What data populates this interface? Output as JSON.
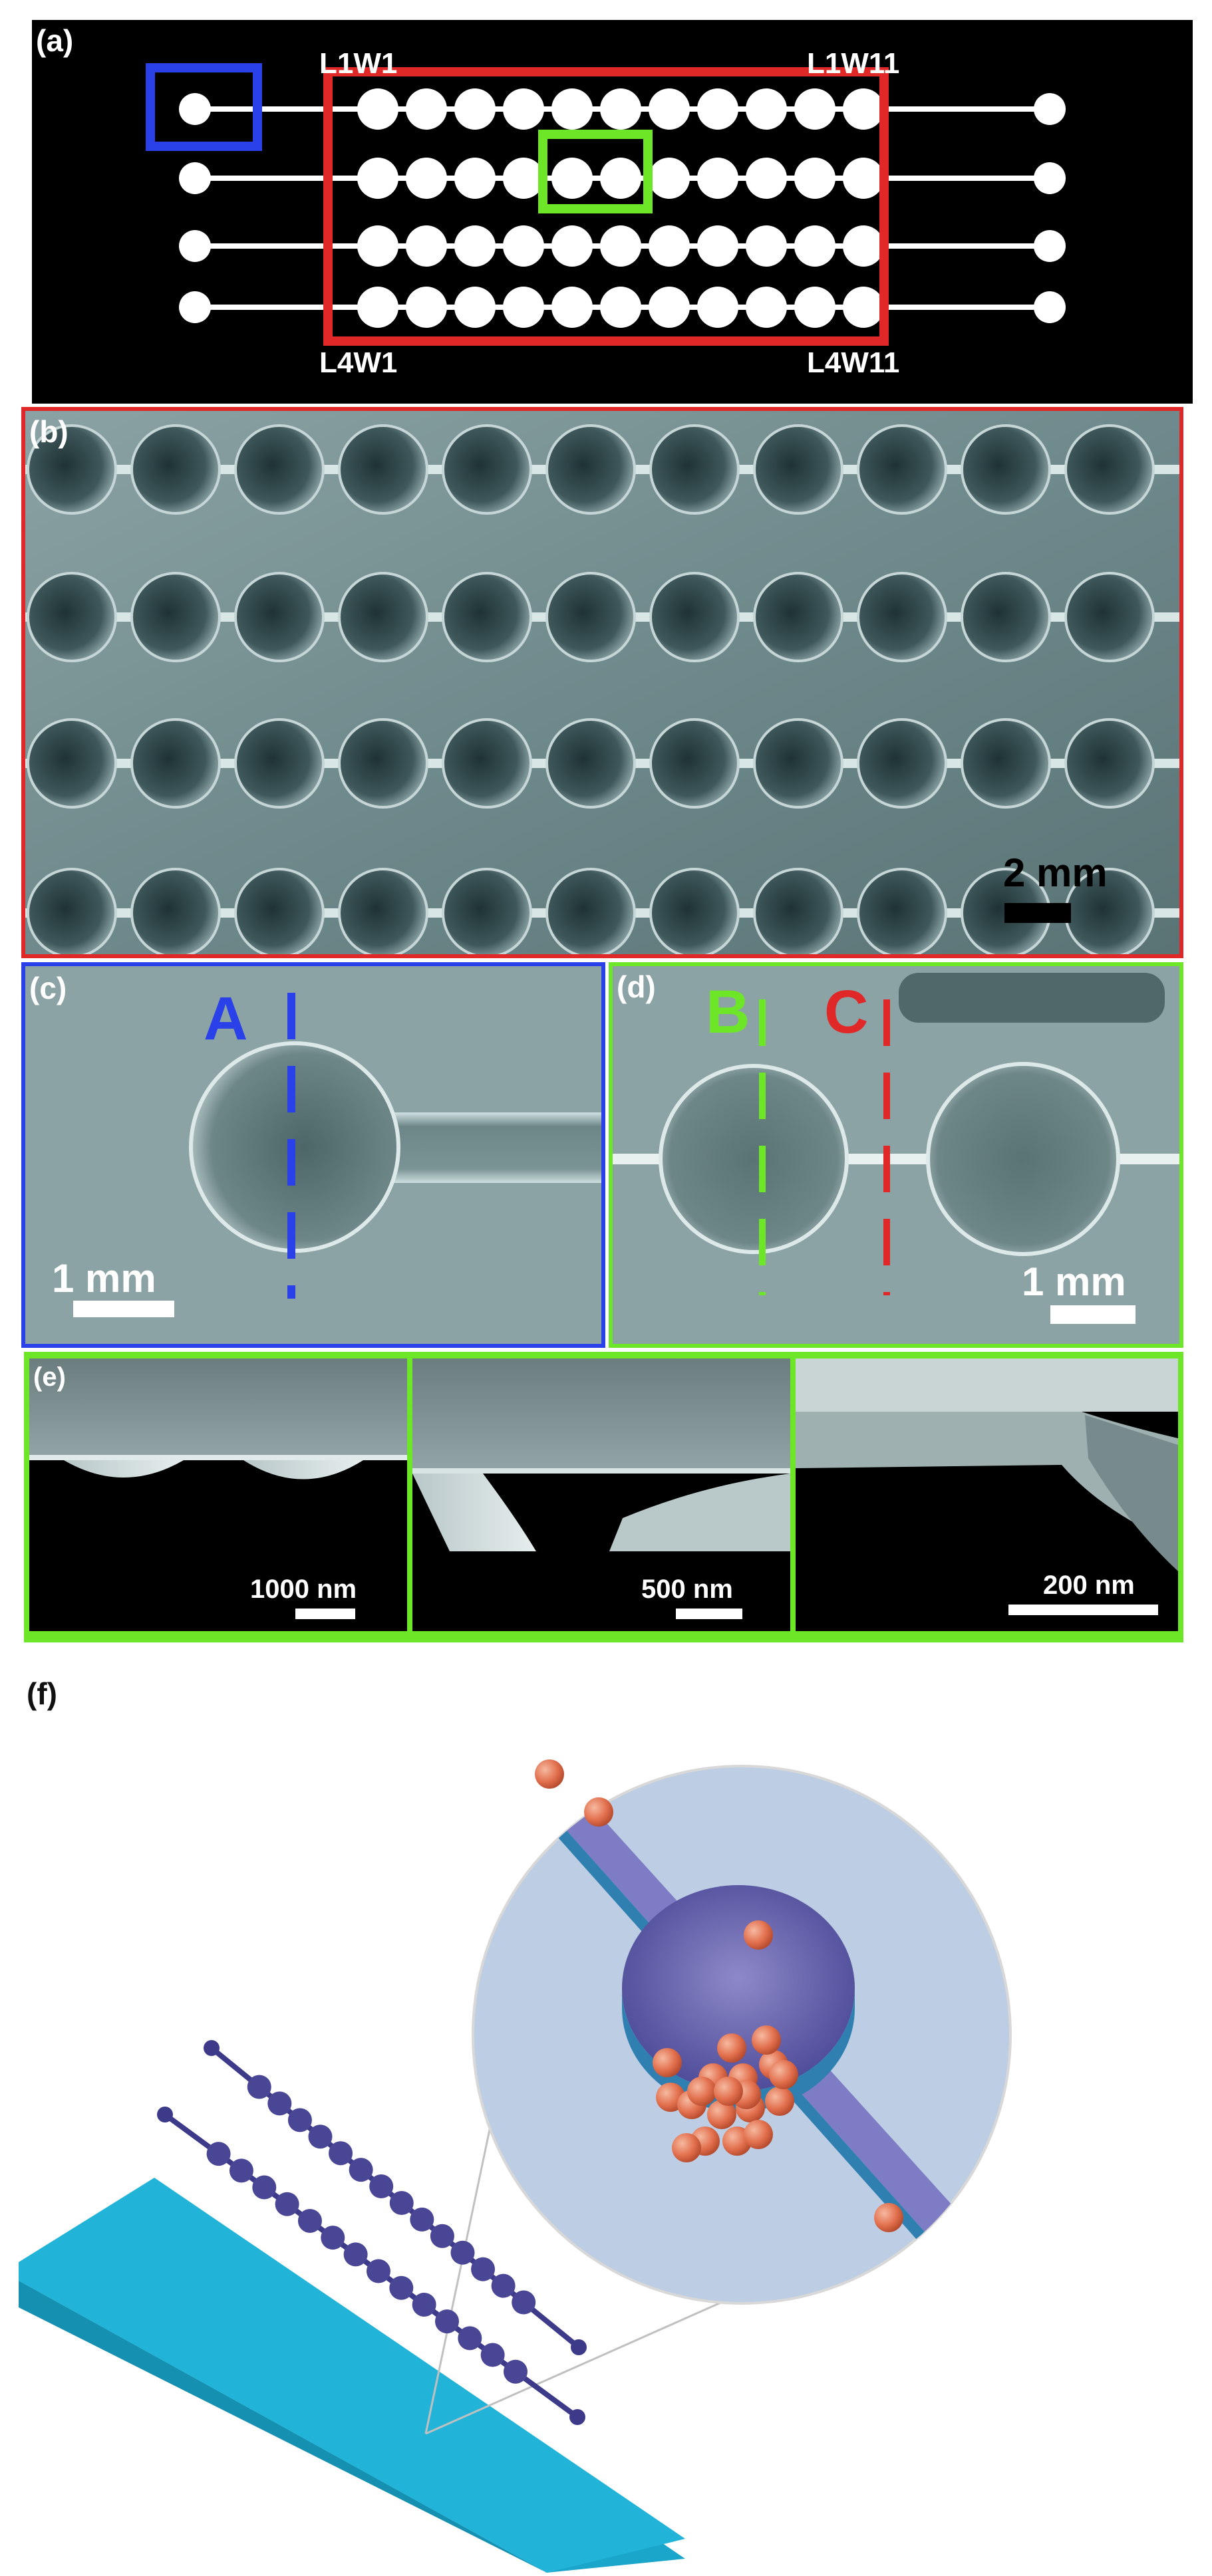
{
  "panel_a": {
    "label": "(a)",
    "corner_labels": [
      "L1W1",
      "L1W11",
      "L4W1",
      "L4W11"
    ],
    "box_colors": {
      "blue": "#2a40e8",
      "red": "#e02828",
      "green": "#6ee628"
    }
  },
  "panel_b": {
    "label": "(b)",
    "scale_bar": "2 mm"
  },
  "panel_c": {
    "label": "(c)",
    "section_letter": "A",
    "scale_bar": "1 mm"
  },
  "panel_d": {
    "label": "(d)",
    "section_letters": [
      "B",
      "C"
    ],
    "scale_bar": "1 mm"
  },
  "panel_e": {
    "label": "(e)",
    "scale_bars": [
      "1000 nm",
      "500 nm",
      "200 nm"
    ]
  },
  "panel_f": {
    "label": "(f)",
    "colors": {
      "chip": "#22b4d8",
      "channel": "#3e3a8a",
      "bead": "#e2704e"
    }
  }
}
